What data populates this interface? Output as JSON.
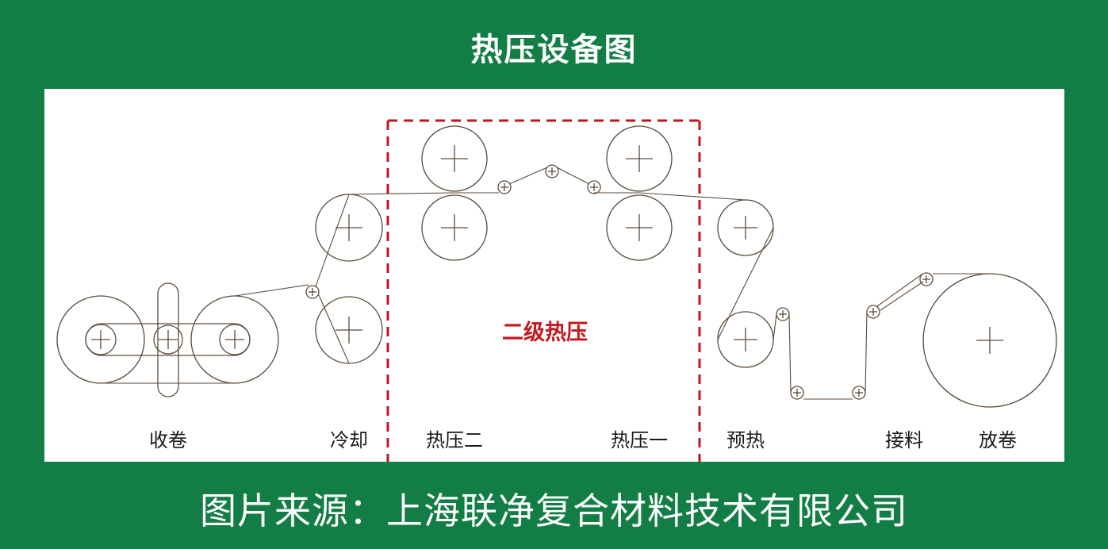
{
  "title": "热压设备图",
  "diagram": {
    "labels": {
      "rewind": "收卷",
      "cooling": "冷却",
      "hot_press_2": "热压二",
      "hot_press_1": "热压一",
      "preheat": "预热",
      "splice": "接料",
      "unwind": "放卷"
    },
    "center_label": "二级热压",
    "dashed_box_color": "#c0161c",
    "line_color": "#5a4a3a"
  },
  "footer": "图片来源：上海联净复合材料技术有限公司"
}
